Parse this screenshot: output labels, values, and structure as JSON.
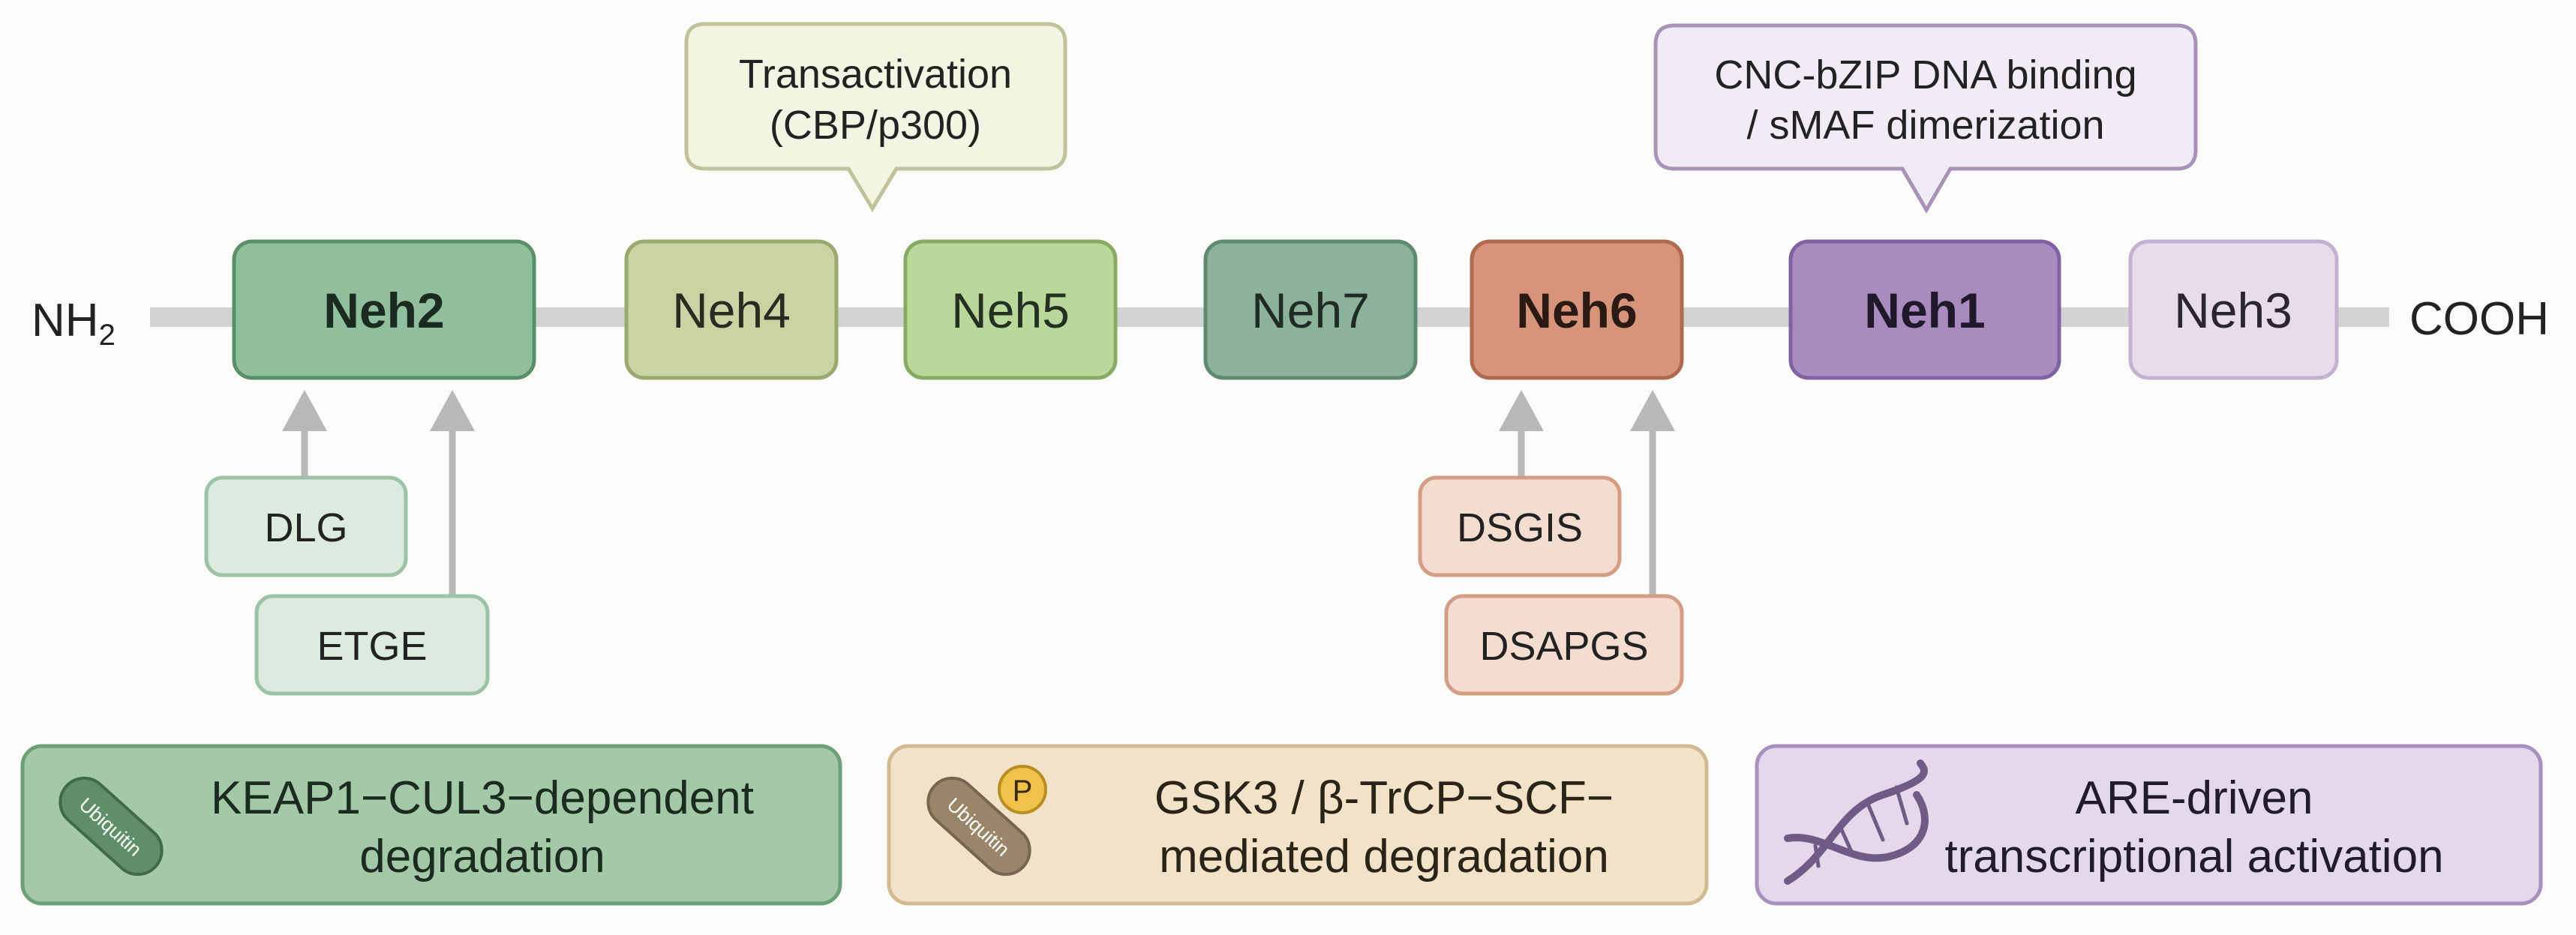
{
  "terminals": {
    "n": "NH",
    "n_sub": "2",
    "c": "COOH"
  },
  "domains": [
    {
      "id": "neh2",
      "label": "Neh2",
      "bold": true,
      "fill": "#8fbf9c",
      "stroke": "#5a8f69",
      "text": "#1b2b1f"
    },
    {
      "id": "neh4",
      "label": "Neh4",
      "bold": false,
      "fill": "#c9d3a3",
      "stroke": "#9ba86f",
      "text": "#2b2b22"
    },
    {
      "id": "neh5",
      "label": "Neh5",
      "bold": false,
      "fill": "#b9d89a",
      "stroke": "#87aa66",
      "text": "#263022"
    },
    {
      "id": "neh7",
      "label": "Neh7",
      "bold": false,
      "fill": "#8ab39a",
      "stroke": "#5d8a70",
      "text": "#1f2b24"
    },
    {
      "id": "neh6",
      "label": "Neh6",
      "bold": true,
      "fill": "#d6957a",
      "stroke": "#b06a4f",
      "text": "#2a1a12"
    },
    {
      "id": "neh1",
      "label": "Neh1",
      "bold": true,
      "fill": "#a98bc0",
      "stroke": "#7f62a0",
      "text": "#20182b"
    },
    {
      "id": "neh3",
      "label": "Neh3",
      "bold": false,
      "fill": "#e7dbec",
      "stroke": "#c4b1d0",
      "text": "#2b2530"
    }
  ],
  "callouts": {
    "transactivation": {
      "line1": "Transactivation",
      "line2": "(CBP/p300)",
      "fill": "#f3f4e2",
      "stroke": "#bfc29a"
    },
    "cnc": {
      "line1": "CNC-bZIP DNA binding",
      "line2": "/ sMAF dimerization",
      "fill": "#f1ebf6",
      "stroke": "#a892b8"
    }
  },
  "motifs": {
    "dlg": {
      "label": "DLG",
      "fill": "#dcebe0",
      "stroke": "#9dc2a6"
    },
    "etge": {
      "label": "ETGE",
      "fill": "#dcebe0",
      "stroke": "#9dc2a6"
    },
    "dsgis": {
      "label": "DSGIS",
      "fill": "#f5dcd0",
      "stroke": "#d39d86"
    },
    "dsapgs": {
      "label": "DSAPGS",
      "fill": "#f5dcd0",
      "stroke": "#d39d86"
    }
  },
  "outcomes": {
    "keap1": {
      "line1": "KEAP1−CUL3−dependent",
      "line2": "degradation",
      "tag": "Ubiquitin",
      "fill": "#a3c9a9",
      "stroke": "#6f9f78"
    },
    "gsk3": {
      "line1": "GSK3 / β-TrCP−SCF−",
      "line2": "mediated degradation",
      "tag": "Ubiquitin",
      "phospho": "P",
      "fill": "#f2e3c8",
      "stroke": "#d2bb93"
    },
    "are": {
      "line1": "ARE-driven",
      "line2": "transcriptional activation",
      "fill": "#e3d8ec",
      "stroke": "#a891bf"
    }
  },
  "colors": {
    "backbone": "#d3d3d3",
    "arrow": "#b8b8b8",
    "ubiquitin_green": "#5f8f68",
    "ubiquitin_tan": "#9b8569",
    "phospho": "#f0c24a",
    "dna": "#6f5b86"
  }
}
